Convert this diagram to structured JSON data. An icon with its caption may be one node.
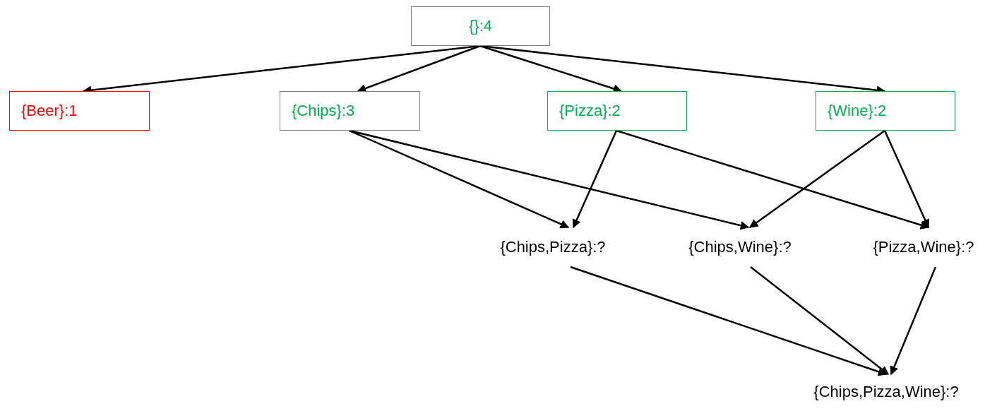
{
  "diagram": {
    "nodes": [
      {
        "text": [
          "{}:4"
        ]
      },
      {
        "text": [
          "{Beer}:1"
        ]
      },
      {
        "text": [
          "{Chips}:3"
        ]
      },
      {
        "text": [
          "{Pizza}:2"
        ]
      },
      {
        "text": [
          "{Wine}:2"
        ]
      },
      {
        "text": [
          "{Chips,Pizza}:?"
        ]
      },
      {
        "text": [
          "{Chips,Wine}:?"
        ]
      },
      {
        "text": [
          "{Pizza,Wine}:?"
        ]
      },
      {
        "text": [
          "{Chips,Pizza,Wine}:?"
        ]
      }
    ],
    "edges": [
      {
        "from": 0,
        "to": 1,
        "arrow": "to"
      },
      {
        "from": 0,
        "to": 2,
        "arrow": "to"
      },
      {
        "from": 0,
        "to": 3,
        "arrow": "to"
      },
      {
        "from": 0,
        "to": 4,
        "arrow": "to"
      },
      {
        "from": 2,
        "to": 5,
        "arrow": "to"
      },
      {
        "from": 2,
        "to": 6,
        "arrow": "to"
      },
      {
        "from": 3,
        "to": 5,
        "arrow": "to"
      },
      {
        "from": 3,
        "to": 7,
        "arrow": "to"
      },
      {
        "from": 4,
        "to": 6,
        "arrow": "to"
      },
      {
        "from": 4,
        "to": 7,
        "arrow": "to"
      },
      {
        "from": 5,
        "to": 8,
        "arrow": "to"
      },
      {
        "from": 6,
        "to": 8,
        "arrow": "to"
      },
      {
        "from": 7,
        "to": 8,
        "arrow": "to"
      }
    ]
  }
}
